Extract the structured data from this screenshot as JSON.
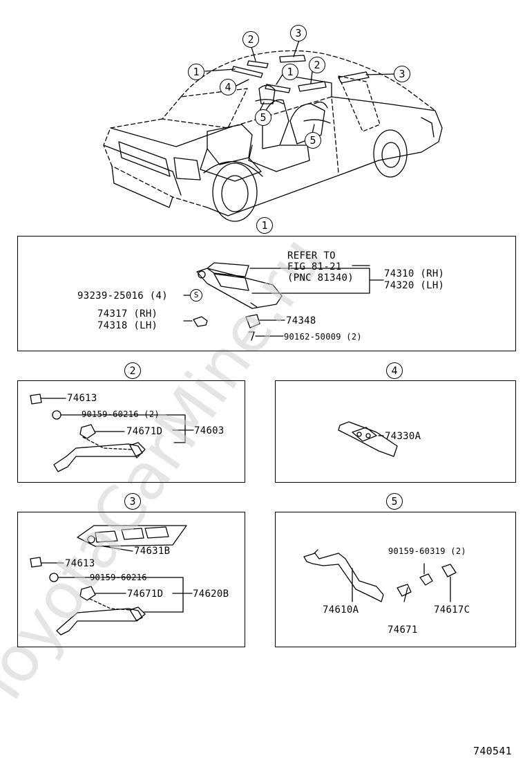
{
  "watermark": "ToyotaCarMine.ru",
  "diagram_code": "740541",
  "overview_callouts": {
    "c2_top": "2",
    "c3_top": "3",
    "c1_left": "1",
    "c1_mid": "1",
    "c2_mid": "2",
    "c3_right": "3",
    "c4": "4",
    "c5_front": "5",
    "c5_rear": "5"
  },
  "panel1": {
    "number": "1",
    "refer_line1": "REFER TO",
    "refer_line2": "FIG 81-21",
    "refer_line3": "(PNC 81340)",
    "part_visor_rh": "74310 (RH)",
    "part_visor_lh": "74320 (LH)",
    "part_screw_qty": "93239-25016 (4)",
    "s_mark": "S",
    "part_holder_rh": "74317 (RH)",
    "part_holder_lh": "74318 (LH)",
    "part_bracket": "74348",
    "part_screw2": "90162-50009 (2)"
  },
  "panel2": {
    "number": "2",
    "part_cap": "74613",
    "part_screw": "90159-60216 (2)",
    "part_bracket": "74671D",
    "part_assy": "74603"
  },
  "panel3": {
    "number": "3",
    "part_cover": "74631B",
    "part_cap": "74613",
    "part_screw": "90159-60216",
    "part_bracket": "74671D",
    "part_assy": "74620B"
  },
  "panel4": {
    "number": "4",
    "part_holder": "74330A"
  },
  "panel5": {
    "number": "5",
    "part_screw": "90159-60319 (2)",
    "part_grip": "74610A",
    "part_bracket": "74671",
    "part_nut": "74617C"
  }
}
